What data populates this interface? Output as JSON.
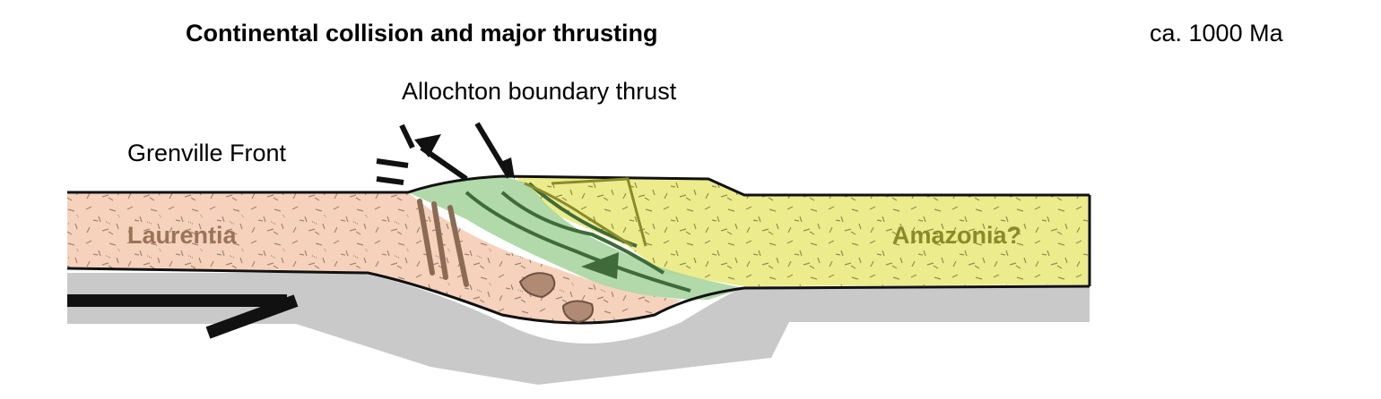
{
  "title": "Continental collision and major thrusting",
  "age": "ca. 1000 Ma",
  "labels": {
    "allochton_boundary_thrust": "Allochton boundary thrust",
    "grenville_front": "Grenville Front",
    "laurentia": "Laurentia",
    "amazonia": "Amazonia?"
  },
  "colors": {
    "laurentia": "#f6d2bd",
    "amazonia": "#ecec8c",
    "allochthon": "#a8d5a0",
    "mantle": "#c9c9c9",
    "outline": "#111111",
    "fault_brown": "#8b6b55",
    "thrust_green": "#3f6b3a"
  }
}
